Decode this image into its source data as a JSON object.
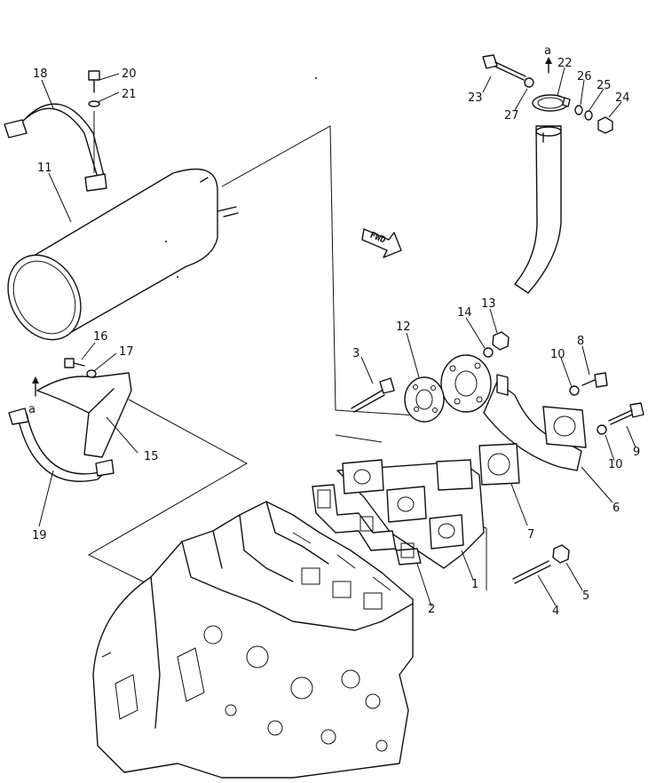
{
  "diagram": {
    "labels": {
      "p1": "1",
      "p2": "2",
      "p3": "3",
      "p4": "4",
      "p5": "5",
      "p6": "6",
      "p7": "7",
      "p8": "8",
      "p9": "9",
      "p10a": "10",
      "p10b": "10",
      "p11": "11",
      "p12": "12",
      "p13": "13",
      "p14": "14",
      "p15": "15",
      "p16": "16",
      "p17": "17",
      "p18": "18",
      "p19": "19",
      "p20": "20",
      "p21": "21",
      "p22": "22",
      "p23": "23",
      "p24": "24",
      "p25": "25",
      "p26": "26",
      "p27": "27"
    },
    "ref_marks": {
      "top": "a",
      "left": "a"
    },
    "direction_badge": "FWD"
  }
}
